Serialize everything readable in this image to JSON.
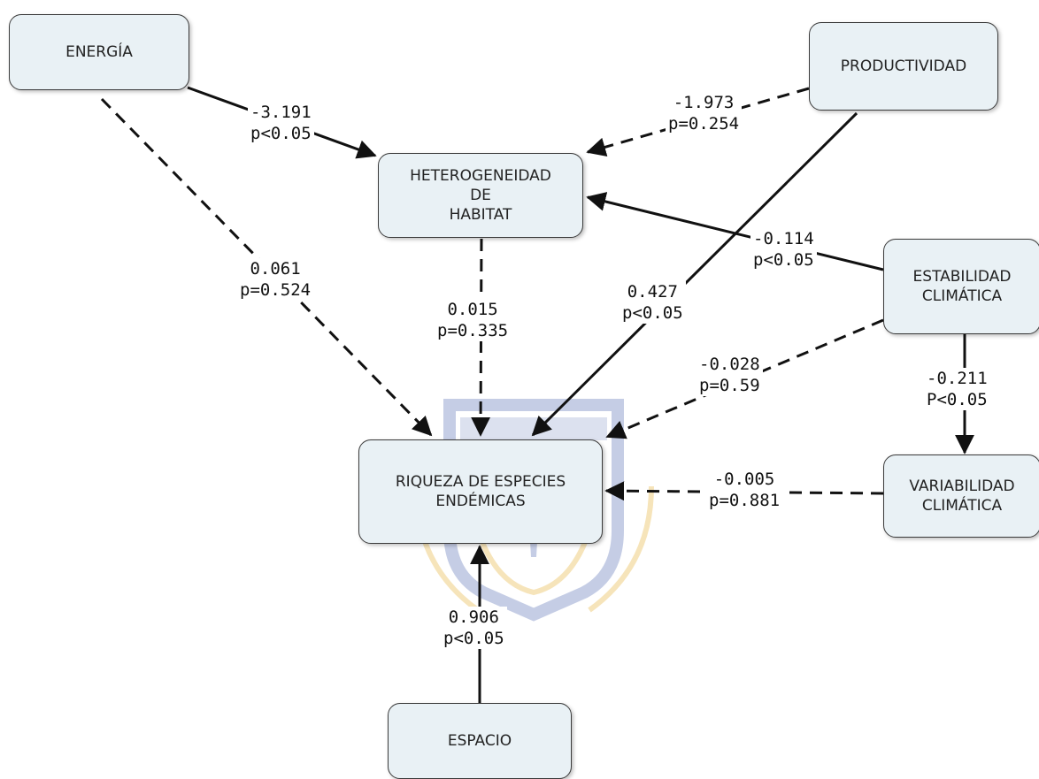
{
  "nodes": {
    "energia": "ENERGÍA",
    "productividad": "PRODUCTIVIDAD",
    "heterogeneidad": [
      "HETEROGENEIDAD",
      "DE",
      "HABITAT"
    ],
    "estabilidad": [
      "ESTABILIDAD",
      "CLIMÁTICA"
    ],
    "riqueza": [
      "RIQUEZA DE ESPECIES",
      "ENDÉMICAS"
    ],
    "variabilidad": [
      "VARIABILIDAD",
      "CLIMÁTICA"
    ],
    "espacio": "ESPACIO"
  },
  "paths": {
    "energia_heterogeneidad": {
      "coef": "-3.191",
      "p": "p<0.05",
      "significant": true
    },
    "productividad_heterogeneidad": {
      "coef": "-1.973",
      "p": "p=0.254",
      "significant": false
    },
    "energia_riqueza": {
      "coef": "0.061",
      "p": "p=0.524",
      "significant": false
    },
    "heterogeneidad_riqueza": {
      "coef": "0.015",
      "p": "p=0.335",
      "significant": false
    },
    "productividad_riqueza": {
      "coef": "0.427",
      "p": "p<0.05",
      "significant": true
    },
    "estabilidad_heterogeneidad": {
      "coef": "-0.114",
      "p": "p<0.05",
      "significant": true
    },
    "estabilidad_riqueza": {
      "coef": "-0.028",
      "p": "p=0.59",
      "significant": false
    },
    "estabilidad_variabilidad": {
      "coef": "-0.211",
      "p": "P<0.05",
      "significant": true
    },
    "variabilidad_riqueza": {
      "coef": "-0.005",
      "p": "p=0.881",
      "significant": false
    },
    "espacio_riqueza": {
      "coef": "0.906",
      "p": "p<0.05",
      "significant": true
    }
  },
  "colors": {
    "node_fill": "#e9f1f5",
    "node_border": "#3a3a3a",
    "arrow": "#111111",
    "watermark_blue": "#5b73b7",
    "watermark_gold": "#e7b43c"
  }
}
